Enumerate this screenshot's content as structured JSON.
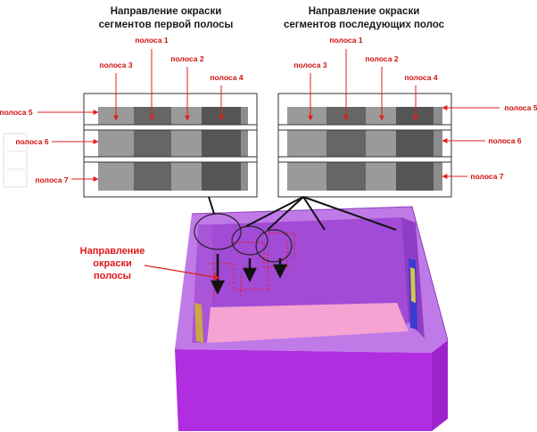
{
  "left_panel": {
    "heading_line1": "Направление окраски",
    "heading_line2": "сегментов первой полосы",
    "labels": {
      "strip1": "полоса 1",
      "strip2": "полоса 2",
      "strip3": "полоса 3",
      "strip4": "полоса 4",
      "strip5": "полоса 5",
      "strip6": "полоса 6",
      "strip7": "полоса 7"
    }
  },
  "right_panel": {
    "heading_line1": "Направление окраски",
    "heading_line2": "сегментов последующих полос",
    "labels": {
      "strip1": "полоса 1",
      "strip2": "полоса 2",
      "strip3": "полоса 3",
      "strip4": "полоса 4",
      "strip5": "полоса 5",
      "strip6": "полоса 6",
      "strip7": "полоса 7"
    }
  },
  "strip_direction": {
    "line1": "Направление",
    "line2": "окраски",
    "line3": "полосы"
  },
  "colors": {
    "label_red": "#d01010",
    "room_top": "#c07ae8",
    "room_wall": "#a24bd6",
    "floor_pink": "#f4a3d2",
    "base_magenta": "#b02ee0"
  }
}
